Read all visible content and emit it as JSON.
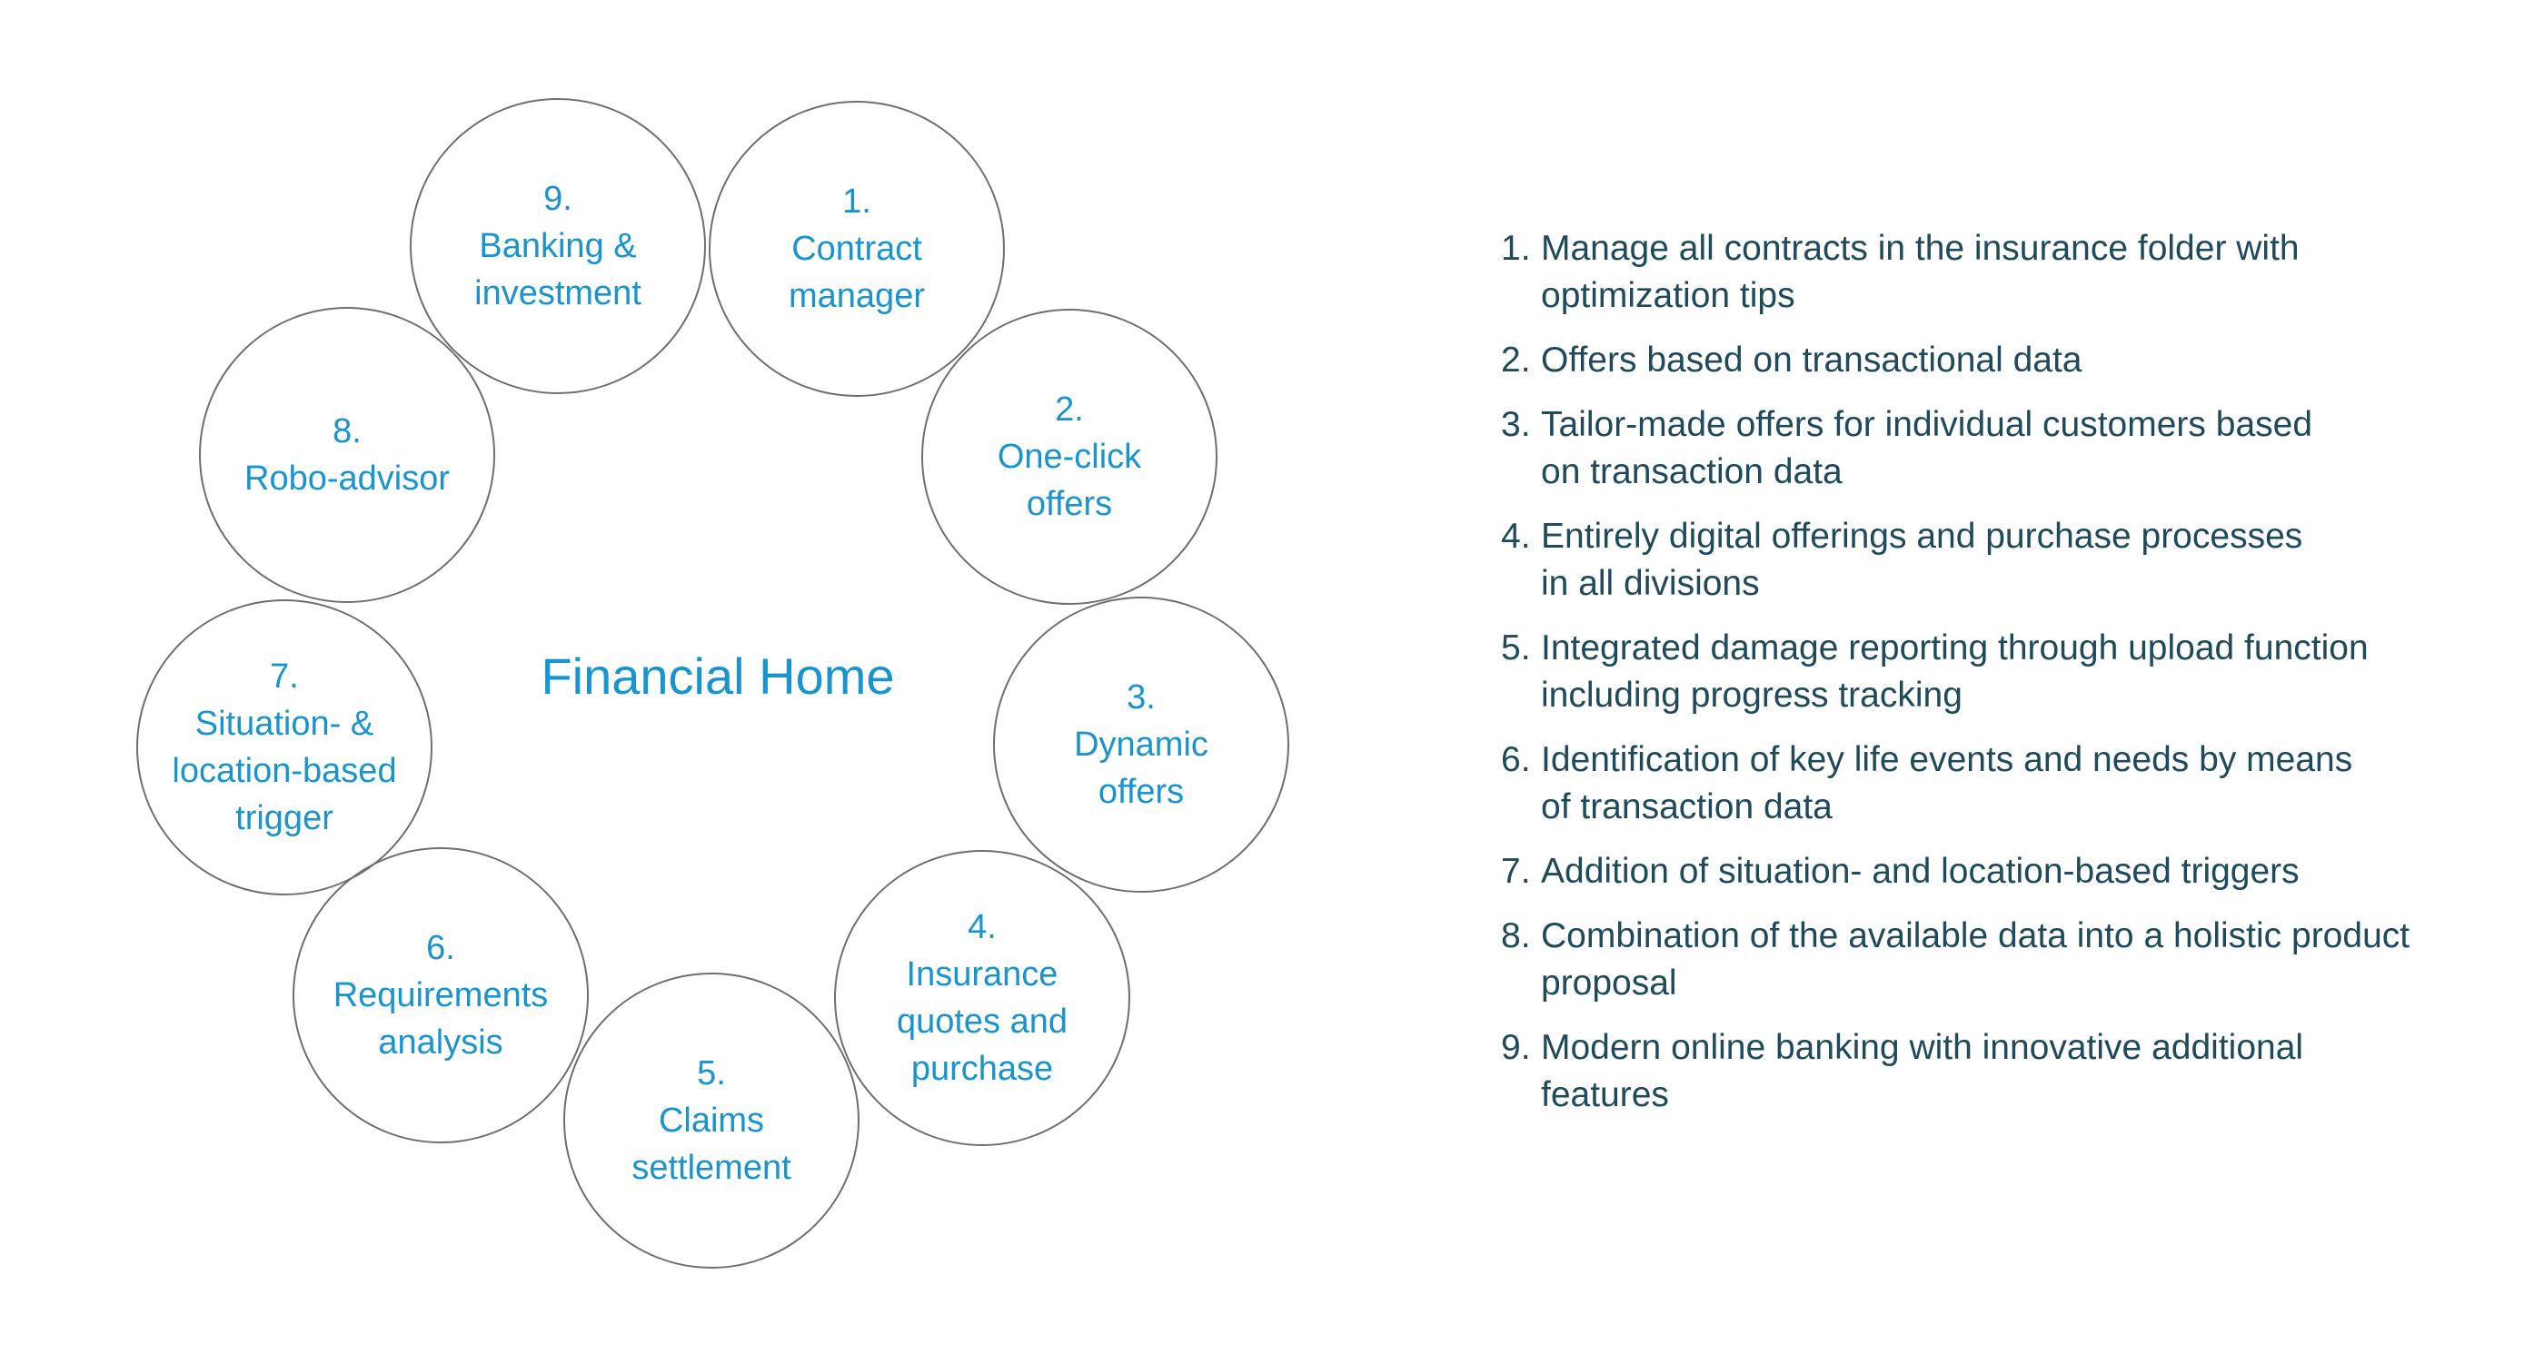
{
  "diagram": {
    "center_title": "Financial Home",
    "nodes": [
      {
        "lines": [
          "1.",
          "Contract",
          "manager"
        ]
      },
      {
        "lines": [
          "2.",
          "One-click",
          "offers"
        ]
      },
      {
        "lines": [
          "3.",
          "Dynamic",
          "offers"
        ]
      },
      {
        "lines": [
          "4.",
          "Insurance",
          "quotes and",
          "purchase"
        ]
      },
      {
        "lines": [
          "5.",
          "Claims",
          "settlement"
        ]
      },
      {
        "lines": [
          "6.",
          "Requirements",
          "analysis"
        ]
      },
      {
        "lines": [
          "7.",
          "Situation- &",
          "location-based",
          "trigger"
        ]
      },
      {
        "lines": [
          "8.",
          "Robo-advisor"
        ]
      },
      {
        "lines": [
          "9.",
          "Banking &",
          "investment"
        ]
      }
    ],
    "colors": {
      "accent": "#1a94cf",
      "circle_border": "#6f6f6f",
      "legend_text": "#1e4a5c"
    }
  },
  "legend": [
    {
      "num": "1.",
      "lines": [
        "Manage all contracts in the insurance folder with",
        "optimization tips"
      ]
    },
    {
      "num": "2.",
      "lines": [
        "Offers based on transactional data"
      ]
    },
    {
      "num": "3.",
      "lines": [
        "Tailor-made offers for individual customers based",
        "on transaction data"
      ]
    },
    {
      "num": "4.",
      "lines": [
        "Entirely digital offerings and purchase processes",
        "in all divisions"
      ]
    },
    {
      "num": "5.",
      "lines": [
        "Integrated damage reporting through upload function",
        "including progress tracking"
      ]
    },
    {
      "num": "6.",
      "lines": [
        "Identification of key life events and needs by means",
        "of transaction data"
      ]
    },
    {
      "num": "7.",
      "lines": [
        "Addition of situation- and location-based triggers"
      ]
    },
    {
      "num": "8.",
      "lines": [
        "Combination of the available data into a holistic product",
        "proposal"
      ]
    },
    {
      "num": "9.",
      "lines": [
        "Modern online banking with innovative additional",
        "features"
      ]
    }
  ]
}
